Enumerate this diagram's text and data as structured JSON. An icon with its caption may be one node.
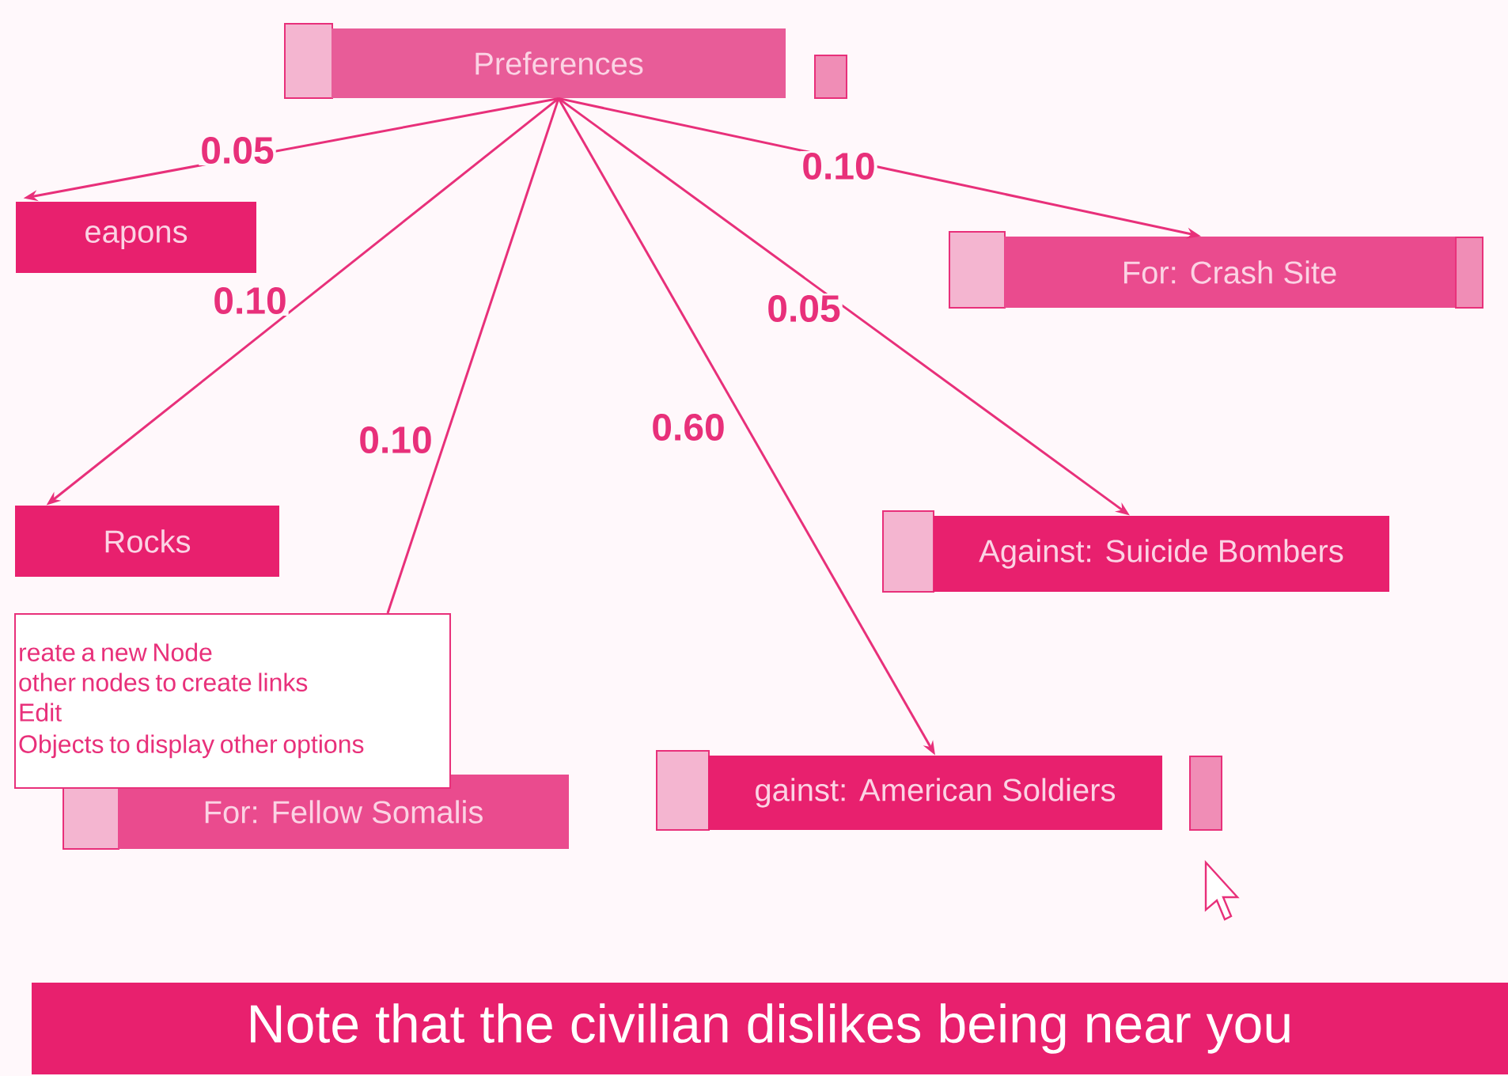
{
  "diagram": {
    "caption": "Note that the civilian dislikes being near you",
    "nodes": [
      {
        "text": [
          "Preferences"
        ]
      },
      {
        "text": [
          "eapons"
        ]
      },
      {
        "text": [
          "Rocks"
        ]
      },
      {
        "text": [
          "reate a new Node",
          "other nodes to create links",
          "Edit",
          "Objects to display other options"
        ]
      },
      {
        "text": [
          "For: Fellow Somalis"
        ]
      },
      {
        "text": [
          "gainst: American Soldiers"
        ]
      },
      {
        "text": [
          "Against: Suicide Bombers"
        ]
      },
      {
        "text": [
          "For: Crash Site"
        ]
      }
    ],
    "edges": [
      {
        "from": 0,
        "to": 1,
        "arrow": "to",
        "label": "0.05"
      },
      {
        "from": 0,
        "to": 2,
        "arrow": "to",
        "label": "0.10"
      },
      {
        "from": 0,
        "to": 3,
        "arrow": "none",
        "label": "0.10"
      },
      {
        "from": 0,
        "to": 5,
        "arrow": "to",
        "label": "0.60"
      },
      {
        "from": 0,
        "to": 6,
        "arrow": "to",
        "label": "0.05"
      },
      {
        "from": 0,
        "to": 7,
        "arrow": "to",
        "label": "0.10"
      }
    ]
  }
}
